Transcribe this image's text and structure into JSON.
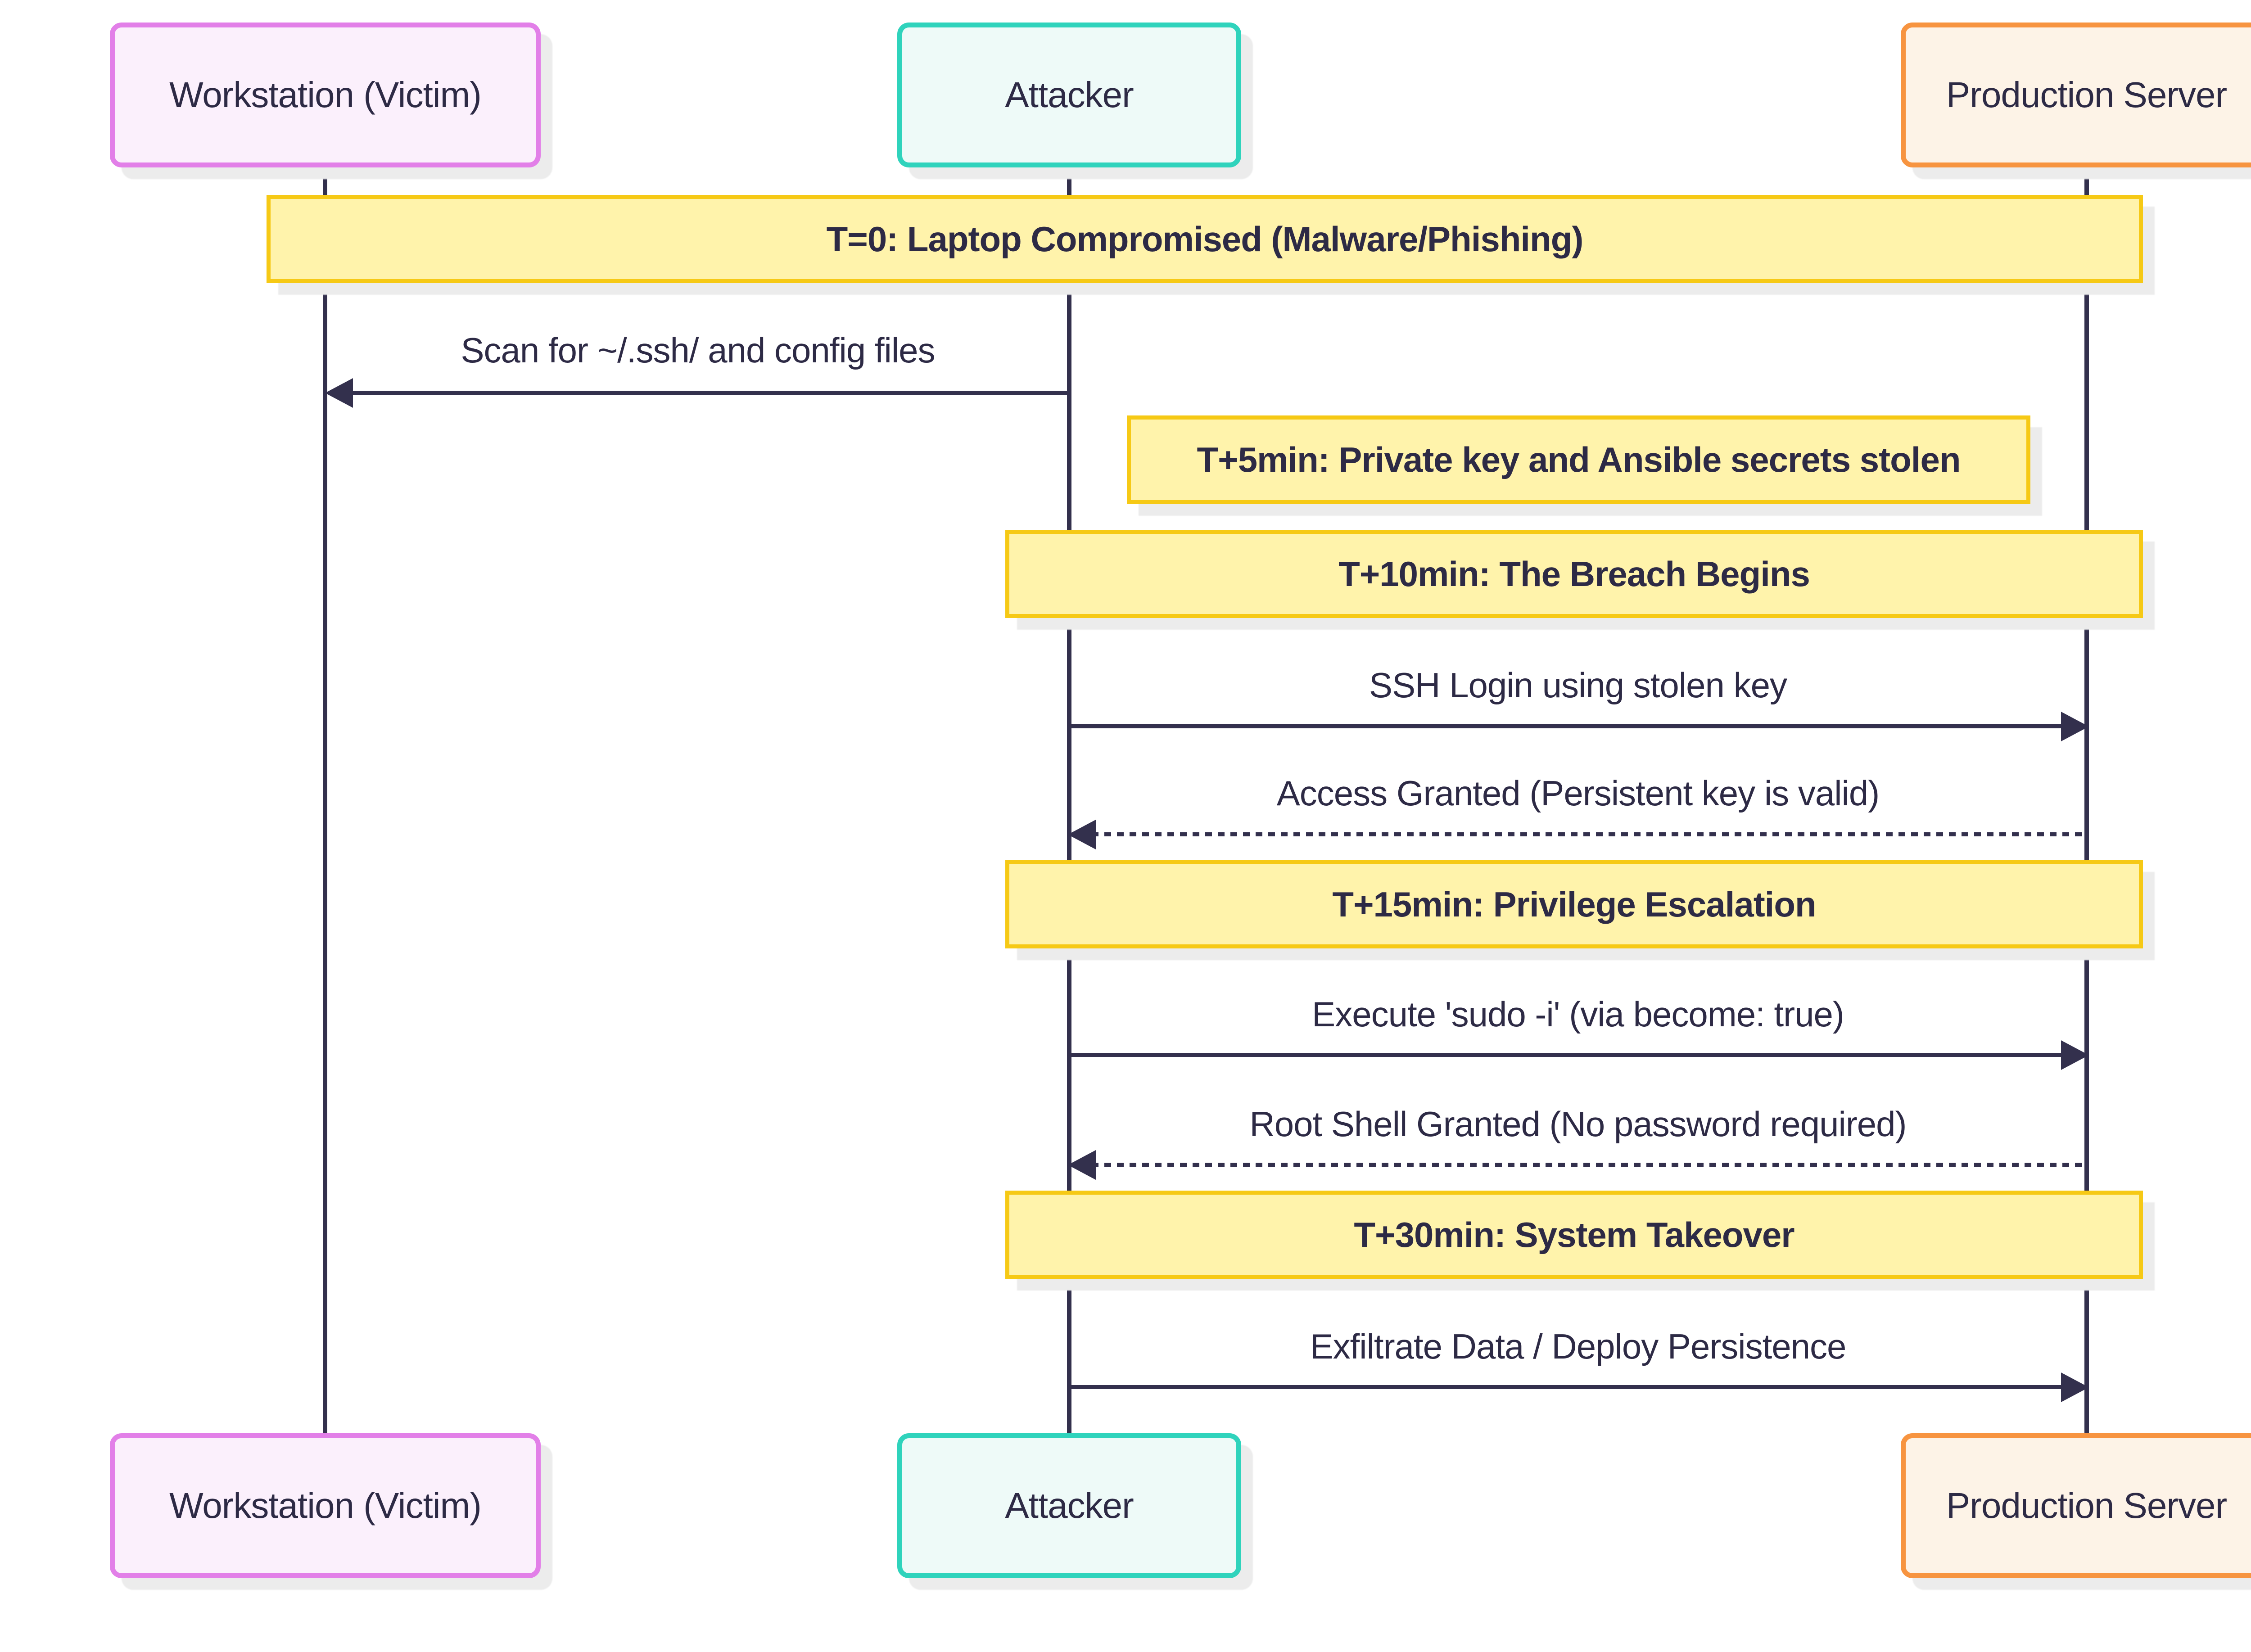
{
  "diagram": {
    "type": "sequence-diagram",
    "actors": [
      {
        "name": "Workstation (Victim)",
        "color_role": "pink"
      },
      {
        "name": "Attacker",
        "color_role": "teal"
      },
      {
        "name": "Production Server",
        "color_role": "orange"
      }
    ],
    "phases": [
      {
        "label": "T=0: Laptop Compromised (Malware/Phishing)",
        "span": "all-actors"
      },
      {
        "label": "T+5min: Private key and Ansible secrets stolen",
        "span": "right-of-attacker"
      },
      {
        "label": "T+10min: The Breach Begins",
        "span": "attacker-to-server"
      },
      {
        "label": "T+15min: Privilege Escalation",
        "span": "attacker-to-server"
      },
      {
        "label": "T+30min: System Takeover",
        "span": "attacker-to-server"
      }
    ],
    "messages": [
      {
        "label": "Scan for ~/.ssh/ and config files",
        "from": "Attacker",
        "to": "Workstation (Victim)",
        "line": "solid",
        "direction": "left"
      },
      {
        "label": "SSH Login using stolen key",
        "from": "Attacker",
        "to": "Production Server",
        "line": "solid",
        "direction": "right"
      },
      {
        "label": "Access Granted (Persistent key is valid)",
        "from": "Production Server",
        "to": "Attacker",
        "line": "dotted",
        "direction": "left"
      },
      {
        "label": "Execute 'sudo -i' (via become: true)",
        "from": "Attacker",
        "to": "Production Server",
        "line": "solid",
        "direction": "right"
      },
      {
        "label": "Root Shell Granted (No password required)",
        "from": "Production Server",
        "to": "Attacker",
        "line": "dotted",
        "direction": "left"
      },
      {
        "label": "Exfiltrate Data / Deploy Persistence",
        "from": "Attacker",
        "to": "Production Server",
        "line": "solid",
        "direction": "right"
      }
    ],
    "colors": {
      "bg": "#ffffff",
      "text": "#2d2a45",
      "line": "#33304d",
      "shadow": "#ececec",
      "pink-fill": "#fbf0fc",
      "pink-border": "#e27fe8",
      "teal-fill": "#eefaf8",
      "teal-border": "#2fd3bc",
      "orange-fill": "#fdf3e7",
      "orange-border": "#f79440",
      "note-fill": "#fff3ab",
      "note-border": "#f6c915"
    }
  }
}
